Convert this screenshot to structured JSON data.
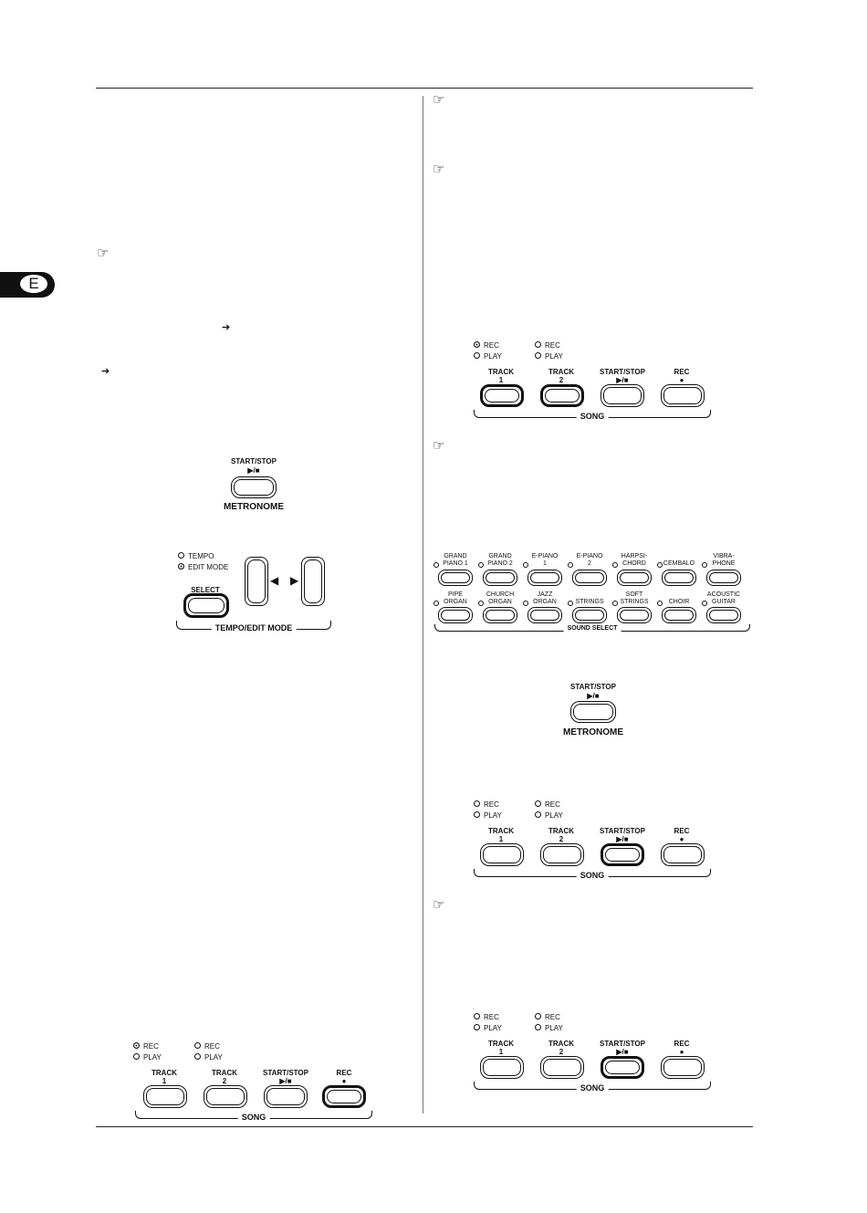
{
  "language_tab": "E",
  "glyphs": {
    "pointer": "☞",
    "arrow": "➔"
  },
  "metronome_panel": {
    "start_stop_label": "START/STOP",
    "play_stop_symbol": "▶/■",
    "title": "METRONOME"
  },
  "tempo_panel": {
    "indicators": [
      {
        "label": "TEMPO",
        "lit": false
      },
      {
        "label": "EDIT MODE",
        "lit": true
      }
    ],
    "select_label": "SELECT",
    "left_symbol": "◀",
    "right_symbol": "▶",
    "title": "TEMPO/EDIT MODE"
  },
  "song_panel_common": {
    "rec": "REC",
    "play": "PLAY",
    "track_label": "TRACK",
    "track1": "1",
    "track2": "2",
    "start_stop_label": "START/STOP",
    "play_stop_symbol": "▶/■",
    "rec_button_label": "REC",
    "rec_symbol": "●",
    "title": "SONG"
  },
  "song_panels": [
    {
      "id": "left-bottom",
      "t1_rec_lit": true,
      "t2_rec_lit": false,
      "active_button": "rec"
    },
    {
      "id": "right-1",
      "t1_rec_lit": true,
      "t2_rec_lit": false,
      "active_button": "tracks"
    },
    {
      "id": "right-2",
      "t1_rec_lit": false,
      "t2_rec_lit": false,
      "active_button": "start_stop"
    },
    {
      "id": "right-3",
      "t1_rec_lit": false,
      "t2_rec_lit": false,
      "active_button": "start_stop"
    }
  ],
  "sound_select": {
    "title": "SOUND SELECT",
    "row1": [
      [
        "GRAND",
        "PIANO 1"
      ],
      [
        "GRAND",
        "PIANO 2"
      ],
      [
        "E-PIANO",
        "1"
      ],
      [
        "E-PIANO",
        "2"
      ],
      [
        "HARPSI-",
        "CHORD"
      ],
      [
        "",
        "CEMBALO"
      ],
      [
        "VIBRA-",
        "PHONE"
      ]
    ],
    "row2": [
      [
        "PIPE",
        "ORGAN"
      ],
      [
        "CHURCH",
        "ORGAN"
      ],
      [
        "JAZZ",
        "ORGAN"
      ],
      [
        "",
        "STRINGS"
      ],
      [
        "SOFT",
        "STRINGS"
      ],
      [
        "",
        "CHOIR"
      ],
      [
        "ACOUSTIC",
        "GUITAR"
      ]
    ]
  }
}
